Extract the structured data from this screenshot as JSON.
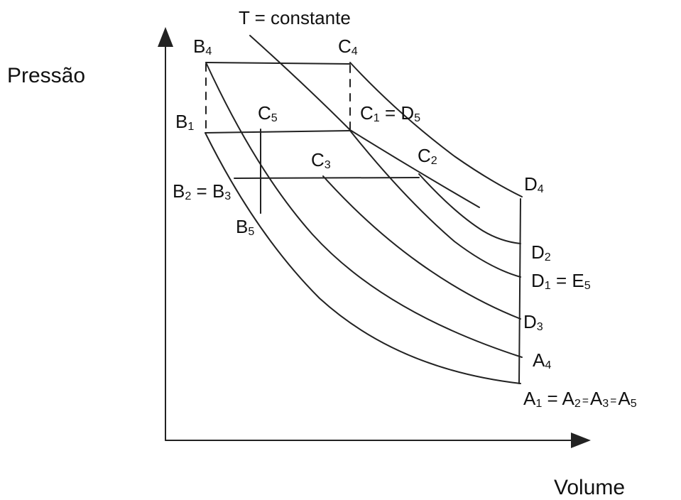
{
  "axes": {
    "y_label": "Pressão",
    "x_label": "Volume"
  },
  "isotherm_label": "T = constante",
  "points": {
    "B4": {
      "base": "B",
      "sub": "4"
    },
    "C4": {
      "base": "C",
      "sub": "4"
    },
    "B1": {
      "base": "B",
      "sub": "1"
    },
    "C5": {
      "base": "C",
      "sub": "5"
    },
    "C1_D5": {
      "base": "C",
      "sub": "1",
      "eq": " = D",
      "sub2": "5"
    },
    "C2": {
      "base": "C",
      "sub": "2"
    },
    "C3": {
      "base": "C",
      "sub": "3"
    },
    "B2_B3": {
      "base": "B",
      "sub": "2",
      "eq": " = B",
      "sub2": "3"
    },
    "B5": {
      "base": "B",
      "sub": "5"
    },
    "D4": {
      "base": "D",
      "sub": "4"
    },
    "D2": {
      "base": "D",
      "sub": "2"
    },
    "D1_E5": {
      "base": "D",
      "sub": "1",
      "eq": " = E",
      "sub2": "5"
    },
    "D3": {
      "base": "D",
      "sub": "3"
    },
    "A4": {
      "base": "A",
      "sub": "4"
    },
    "A_all": {
      "base": "A",
      "sub": "1",
      "eq": " = A",
      "sub2": "2",
      "eq2": "A",
      "sub3": "3",
      "eq3": "A",
      "sub4": "5",
      "sep": "="
    }
  }
}
